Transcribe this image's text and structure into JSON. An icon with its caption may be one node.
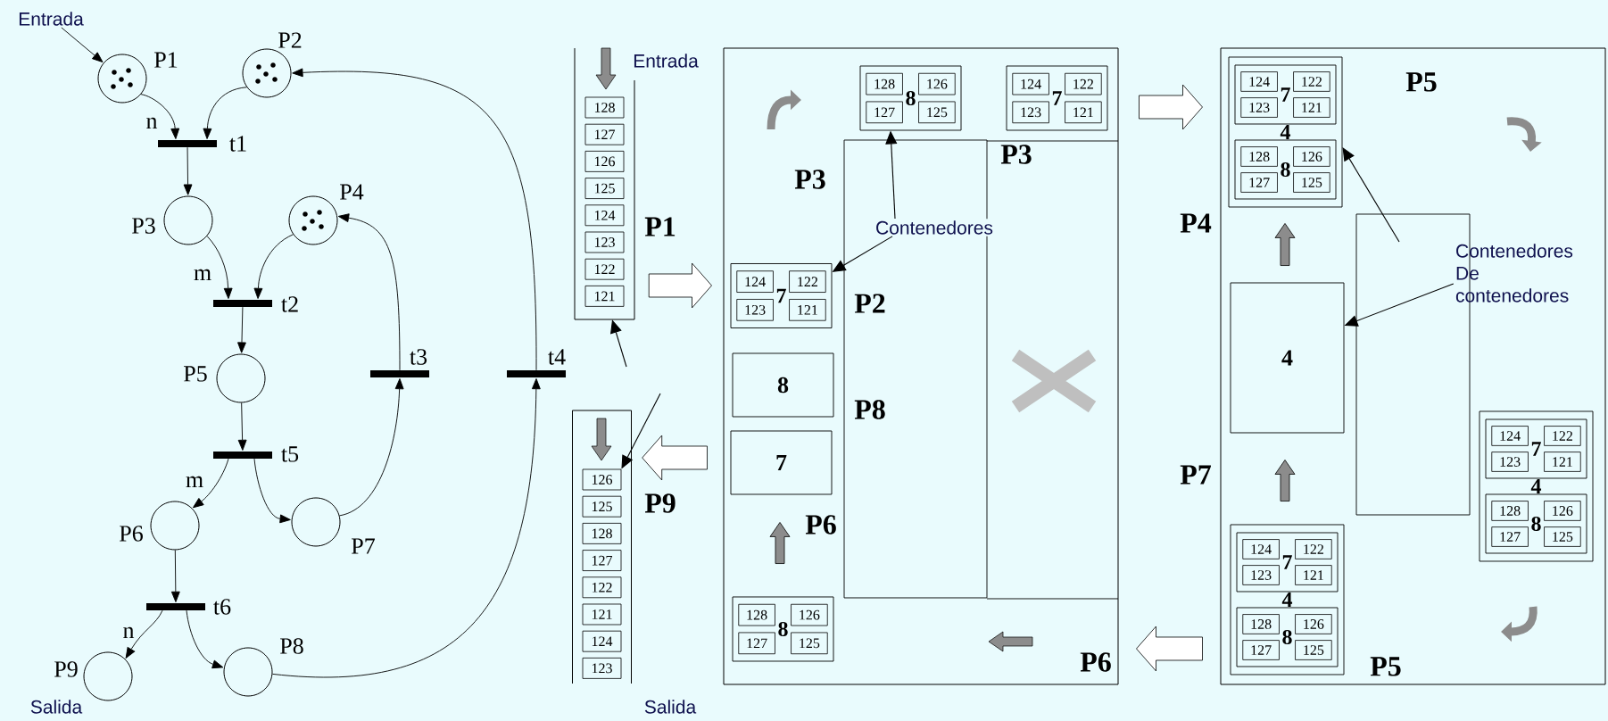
{
  "diagram": {
    "nodes": [
      {
        "text": [
          "Entrada"
        ]
      },
      {
        "text": [],
        "shape": "circle",
        "beside": [
          "P1"
        ]
      },
      {
        "text": [],
        "shape": "circle",
        "beside": [
          "P2"
        ]
      },
      {
        "text": [],
        "shape": "bar",
        "beside": [
          "t1"
        ]
      },
      {
        "text": [],
        "shape": "circle",
        "beside": [
          "P3"
        ]
      },
      {
        "text": [],
        "shape": "circle",
        "beside": [
          "P4"
        ]
      },
      {
        "text": [],
        "shape": "bar",
        "beside": [
          "t2"
        ]
      },
      {
        "text": [],
        "shape": "circle",
        "beside": [
          "P5"
        ]
      },
      {
        "text": [],
        "shape": "bar",
        "beside": [
          "t3"
        ]
      },
      {
        "text": [],
        "shape": "bar",
        "beside": [
          "t4"
        ]
      },
      {
        "text": [],
        "shape": "bar",
        "beside": [
          "t5"
        ]
      },
      {
        "text": [],
        "shape": "circle",
        "beside": [
          "P6"
        ]
      },
      {
        "text": [],
        "shape": "circle",
        "beside": [
          "P7"
        ]
      },
      {
        "text": [],
        "shape": "bar",
        "beside": [
          "t6"
        ]
      },
      {
        "text": [],
        "shape": "circle",
        "beside": [
          "P9",
          "Salida"
        ]
      },
      {
        "text": [],
        "shape": "circle",
        "beside": [
          "P8"
        ]
      },
      {
        "text": [],
        "shape": "box",
        "beside": [
          "Entrada",
          "P1"
        ]
      },
      {
        "text": [
          "128"
        ],
        "in": 16
      },
      {
        "text": [
          "127"
        ],
        "in": 16
      },
      {
        "text": [
          "126"
        ],
        "in": 16
      },
      {
        "text": [
          "125"
        ],
        "in": 16
      },
      {
        "text": [
          "124"
        ],
        "in": 16
      },
      {
        "text": [
          "123"
        ],
        "in": 16
      },
      {
        "text": [
          "122"
        ],
        "in": 16
      },
      {
        "text": [
          "121"
        ],
        "in": 16
      },
      {
        "text": [],
        "shape": "box",
        "beside": [
          "P9",
          "Salida"
        ]
      },
      {
        "text": [
          "126"
        ],
        "in": 25
      },
      {
        "text": [
          "125"
        ],
        "in": 25
      },
      {
        "text": [
          "128"
        ],
        "in": 25
      },
      {
        "text": [
          "127"
        ],
        "in": 25
      },
      {
        "text": [
          "122"
        ],
        "in": 25
      },
      {
        "text": [
          "121"
        ],
        "in": 25
      },
      {
        "text": [
          "124"
        ],
        "in": 25
      },
      {
        "text": [
          "123"
        ],
        "in": 25
      },
      {
        "text": [],
        "shape": "box"
      },
      {
        "text": [
          "8"
        ],
        "in": 34
      },
      {
        "text": [
          "128"
        ],
        "in": 35
      },
      {
        "text": [
          "126"
        ],
        "in": 35
      },
      {
        "text": [
          "127"
        ],
        "in": 35
      },
      {
        "text": [
          "125"
        ],
        "in": 35
      },
      {
        "text": [
          "7"
        ],
        "in": 34
      },
      {
        "text": [
          "124"
        ],
        "in": 40
      },
      {
        "text": [
          "122"
        ],
        "in": 40
      },
      {
        "text": [
          "123"
        ],
        "in": 40
      },
      {
        "text": [
          "121"
        ],
        "in": 40
      },
      {
        "text": [
          "7"
        ],
        "in": 34
      },
      {
        "text": [
          "124"
        ],
        "in": 45
      },
      {
        "text": [
          "122"
        ],
        "in": 45
      },
      {
        "text": [
          "123"
        ],
        "in": 45
      },
      {
        "text": [
          "121"
        ],
        "in": 45
      },
      {
        "text": [
          "8"
        ],
        "in": 34
      },
      {
        "text": [
          "7"
        ],
        "in": 34
      },
      {
        "text": [
          "8"
        ],
        "in": 34
      },
      {
        "text": [
          "128"
        ],
        "in": 52
      },
      {
        "text": [
          "126"
        ],
        "in": 52
      },
      {
        "text": [
          "127"
        ],
        "in": 52
      },
      {
        "text": [
          "125"
        ],
        "in": 52
      },
      {
        "text": [
          "Contenedores"
        ],
        "in": 34
      },
      {
        "text": [],
        "shape": "box"
      },
      {
        "text": [
          "4"
        ],
        "in": 58
      },
      {
        "text": [
          "7"
        ],
        "in": 59
      },
      {
        "text": [
          "124"
        ],
        "in": 60
      },
      {
        "text": [
          "122"
        ],
        "in": 60
      },
      {
        "text": [
          "123"
        ],
        "in": 60
      },
      {
        "text": [
          "121"
        ],
        "in": 60
      },
      {
        "text": [
          "8"
        ],
        "in": 59
      },
      {
        "text": [
          "128"
        ],
        "in": 65
      },
      {
        "text": [
          "126"
        ],
        "in": 65
      },
      {
        "text": [
          "127"
        ],
        "in": 65
      },
      {
        "text": [
          "125"
        ],
        "in": 65
      },
      {
        "text": [
          "4"
        ],
        "in": 58
      },
      {
        "text": [
          "Contenedores De contenedores"
        ],
        "in": 58
      },
      {
        "text": [
          "4"
        ],
        "in": 58
      },
      {
        "text": [
          "7"
        ],
        "in": 72
      },
      {
        "text": [
          "124"
        ],
        "in": 73
      },
      {
        "text": [
          "122"
        ],
        "in": 73
      },
      {
        "text": [
          "123"
        ],
        "in": 73
      },
      {
        "text": [
          "121"
        ],
        "in": 73
      },
      {
        "text": [
          "8"
        ],
        "in": 72
      },
      {
        "text": [
          "128"
        ],
        "in": 78
      },
      {
        "text": [
          "126"
        ],
        "in": 78
      },
      {
        "text": [
          "127"
        ],
        "in": 78
      },
      {
        "text": [
          "125"
        ],
        "in": 78
      },
      {
        "text": [
          "4"
        ],
        "in": 58
      },
      {
        "text": [
          "7"
        ],
        "in": 83
      },
      {
        "text": [
          "124"
        ],
        "in": 84
      },
      {
        "text": [
          "122"
        ],
        "in": 84
      },
      {
        "text": [
          "123"
        ],
        "in": 84
      },
      {
        "text": [
          "121"
        ],
        "in": 84
      },
      {
        "text": [
          "8"
        ],
        "in": 83
      },
      {
        "text": [
          "128"
        ],
        "in": 89
      },
      {
        "text": [
          "126"
        ],
        "in": 89
      },
      {
        "text": [
          "127"
        ],
        "in": 89
      },
      {
        "text": [
          "125"
        ],
        "in": 89
      }
    ],
    "edges": [
      {
        "from": 0,
        "to": 1,
        "arrow": "to"
      },
      {
        "from": 1,
        "to": 3,
        "arrow": "to",
        "label": "n"
      },
      {
        "from": 2,
        "to": 3,
        "arrow": "to"
      },
      {
        "from": 3,
        "to": 4,
        "arrow": "to"
      },
      {
        "from": 4,
        "to": 6,
        "arrow": "to",
        "label": "m"
      },
      {
        "from": 5,
        "to": 6,
        "arrow": "to"
      },
      {
        "from": 6,
        "to": 7,
        "arrow": "to"
      },
      {
        "from": 7,
        "to": 10,
        "arrow": "to"
      },
      {
        "from": 10,
        "to": 11,
        "arrow": "to",
        "label": "m"
      },
      {
        "from": 10,
        "to": 12,
        "arrow": "to"
      },
      {
        "from": 12,
        "to": 8,
        "arrow": "to"
      },
      {
        "from": 8,
        "to": 5,
        "arrow": "to"
      },
      {
        "from": 11,
        "to": 13,
        "arrow": "to"
      },
      {
        "from": 13,
        "to": 14,
        "arrow": "to",
        "label": "n"
      },
      {
        "from": 13,
        "to": 15,
        "arrow": "to"
      },
      {
        "from": 15,
        "to": 9,
        "arrow": "to"
      },
      {
        "from": 9,
        "to": 2,
        "arrow": "to"
      },
      {
        "from": 16,
        "to": 34,
        "arrow": "to",
        "style": "thick"
      },
      {
        "from": 34,
        "to": 58,
        "arrow": "to",
        "style": "thick"
      },
      {
        "from": 58,
        "to": 34,
        "arrow": "to",
        "style": "thick"
      },
      {
        "from": 34,
        "to": 25,
        "arrow": "to",
        "style": "thick"
      },
      {
        "from": 57,
        "to": 35,
        "arrow": "to"
      },
      {
        "from": 57,
        "to": 45,
        "arrow": "to"
      },
      {
        "from": 71,
        "to": 59,
        "arrow": "to"
      },
      {
        "from": 71,
        "to": 70,
        "arrow": "to"
      },
      {
        "from": null,
        "to": 16,
        "arrow": "to"
      },
      {
        "from": null,
        "to": 26,
        "arrow": "to"
      },
      {
        "from": 52,
        "to": 51,
        "arrow": "to",
        "style": "thick",
        "color": "#8c8c8c"
      },
      {
        "from": 83,
        "to": 70,
        "arrow": "to",
        "style": "thick",
        "color": "#8c8c8c"
      },
      {
        "from": 70,
        "to": 59,
        "arrow": "to",
        "style": "thick",
        "color": "#8c8c8c"
      }
    ],
    "labels": [
      "P3",
      "P3",
      "P2",
      "P8",
      "P6",
      "P6",
      "P5",
      "P4",
      "P7",
      "P5"
    ]
  }
}
